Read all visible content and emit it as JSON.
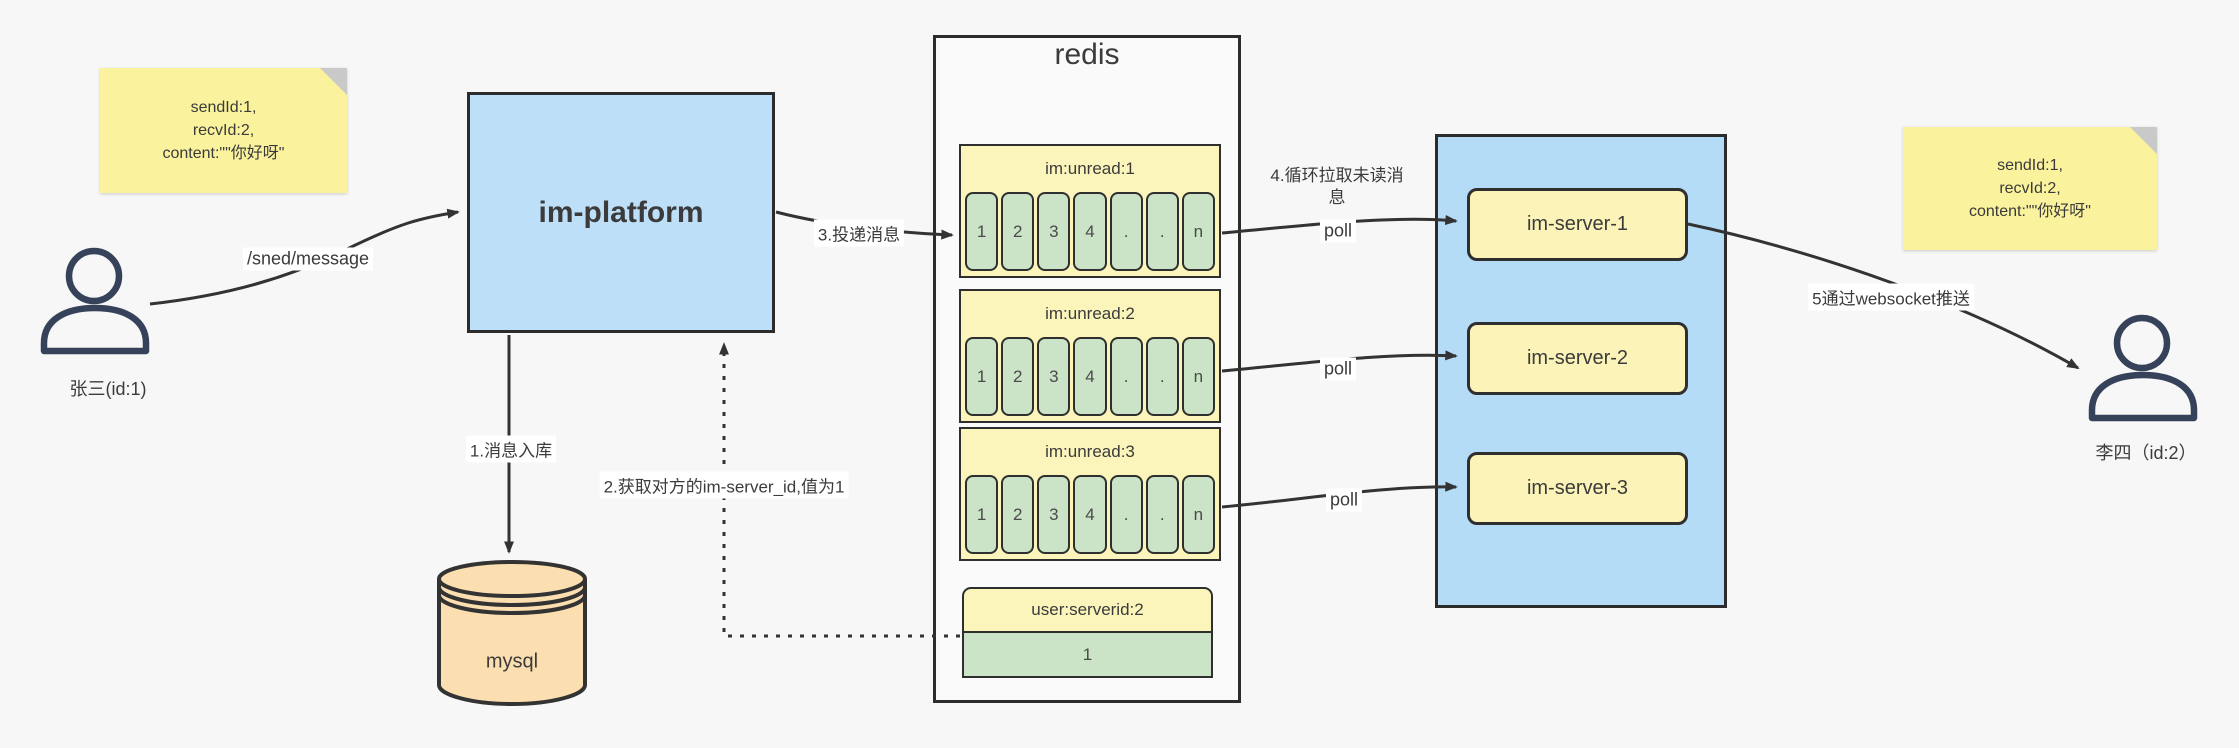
{
  "notes": {
    "left": {
      "line1": "sendId:1,",
      "line2": "recvId:2,",
      "line3": "content:\"\"你好呀\""
    },
    "right": {
      "line1": "sendId:1,",
      "line2": "recvId:2,",
      "line3": "content:\"\"你好呀\""
    }
  },
  "actors": {
    "sender": {
      "label": "张三(id:1)"
    },
    "receiver": {
      "label": "李四（id:2）"
    }
  },
  "platform": {
    "label": "im-platform"
  },
  "database": {
    "label": "mysql"
  },
  "redis": {
    "title": "redis",
    "queues": [
      {
        "header": "im:unread:1",
        "cells": [
          "1",
          "2",
          "3",
          "4",
          ".",
          ".",
          "n"
        ]
      },
      {
        "header": "im:unread:2",
        "cells": [
          "1",
          "2",
          "3",
          "4",
          ".",
          ".",
          "n"
        ]
      },
      {
        "header": "im:unread:3",
        "cells": [
          "1",
          "2",
          "3",
          "4",
          ".",
          ".",
          "n"
        ]
      }
    ],
    "mapping": {
      "header": "user:serverid:2",
      "value": "1"
    }
  },
  "servers": {
    "items": [
      {
        "label": "im-server-1"
      },
      {
        "label": "im-server-2"
      },
      {
        "label": "im-server-3"
      }
    ]
  },
  "labels": {
    "send_endpoint": "/sned/message",
    "step1": "1.消息入库",
    "step2": "2.获取对方的im-server_id,值为1",
    "step3": "3.投递消息",
    "step4": "4.循环拉取未读消\n息",
    "step5": "5通过websocket推送",
    "poll": "poll"
  },
  "colors": {
    "background": "#f7f7f7",
    "note_yellow": "#faf29d",
    "box_yellow": "#fbf5bb",
    "cell_green": "#cbe3c7",
    "platform_blue": "#bedff8",
    "cluster_blue": "#b5dcf7",
    "mysql_orange": "#fcdfb1",
    "line_dark": "#333333"
  }
}
